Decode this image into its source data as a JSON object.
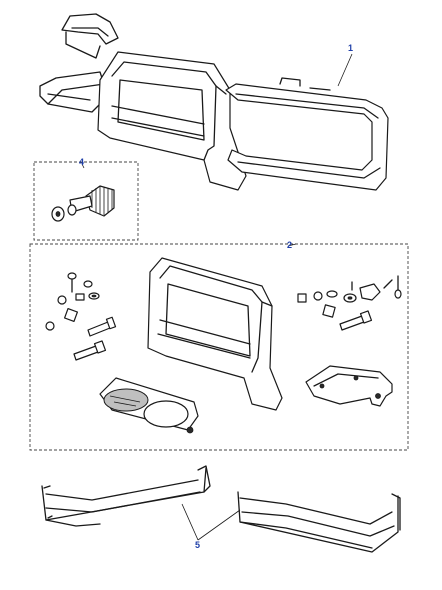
{
  "callouts": [
    {
      "id": "1",
      "label": "1"
    },
    {
      "id": "2",
      "label": "2"
    },
    {
      "id": "4",
      "label": "4"
    },
    {
      "id": "5",
      "label": "5"
    }
  ],
  "colors": {
    "line": "#1a1a1a",
    "callout": "#1f3fa8",
    "background": "#ffffff"
  }
}
